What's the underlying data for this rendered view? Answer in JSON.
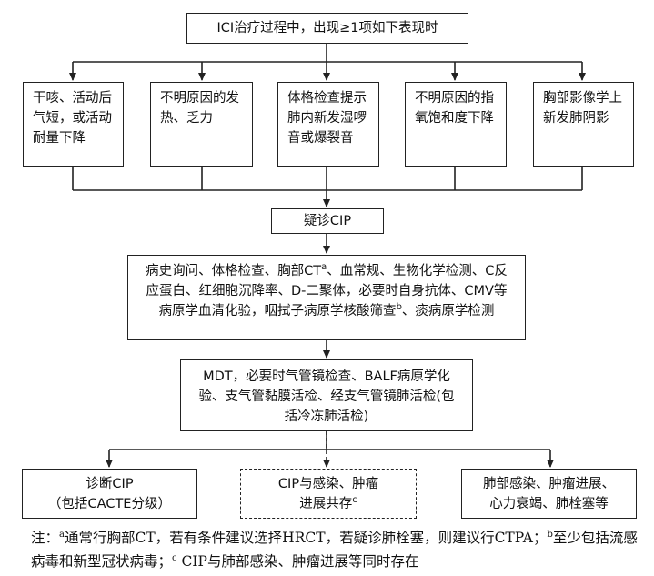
{
  "top_box": "ICI治疗过程中，出现≥1项如下表现时",
  "symptoms": [
    "干咳、活动后气短，或活动耐量下降",
    "不明原因的发热、乏力",
    "体格检查提示肺内新发湿啰音或爆裂音",
    "不明原因的指氧饱和度下降",
    "胸部影像学上新发肺阴影"
  ],
  "suspect": "疑诊CIP",
  "workup": {
    "text_a": "病史询问、体格检查、胸部CT",
    "sup_a": "a",
    "text_b": "、血常规、生物化学检测、C反应蛋白、红细胞沉降率、D-二聚体，必要时自身抗体、CMV等病原学血清化验，咽拭子病原学核酸筛查",
    "sup_b": "b",
    "text_c": "、痰病原学检测"
  },
  "mdt": "MDT，必要时气管镜检查、BALF病原学化验、支气管黏膜活检、经支气管镜肺活检(包括冷冻肺活检)",
  "outcomes": {
    "left_line1": "诊断CIP",
    "left_line2": "（包括CACTE分级）",
    "middle_text": "CIP与感染、肿瘤进展共存",
    "middle_sup": "c",
    "right": "肺部感染、肿瘤进展、心力衰竭、肺栓塞等"
  },
  "note": {
    "prefix": "注：",
    "sup_a": "a",
    "text_a": "通常行胸部CT，若有条件建议选择HRCT，若疑诊肺栓塞，则建议行CTPA；",
    "sup_b": "b",
    "text_b": "至少包括流感病毒和新型冠状病毒；",
    "sup_c": "c",
    "text_c": " CIP与肺部感染、肿瘤进展等同时存在"
  }
}
